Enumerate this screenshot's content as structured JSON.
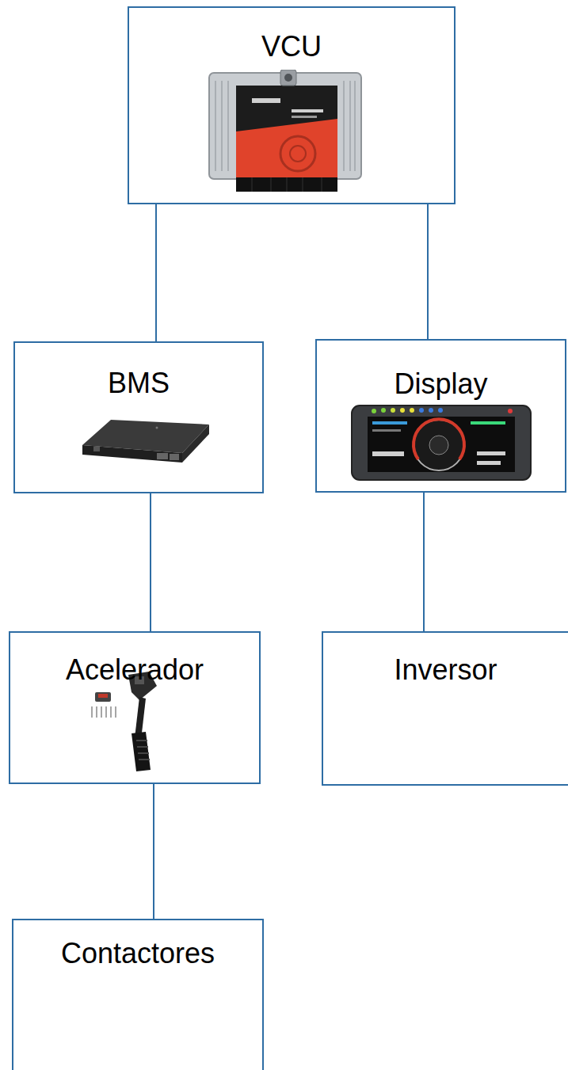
{
  "diagram": {
    "nodes": [
      {
        "text": [
          "VCU"
        ]
      },
      {
        "text": [
          "BMS"
        ]
      },
      {
        "text": [
          "Display"
        ]
      },
      {
        "text": [
          "Acelerador"
        ]
      },
      {
        "text": [
          "Inversor"
        ]
      },
      {
        "text": [
          "Contactores"
        ]
      }
    ],
    "edges": [
      {
        "from": 0,
        "to": 1,
        "arrow": "none"
      },
      {
        "from": 0,
        "to": 2,
        "arrow": "none"
      },
      {
        "from": 1,
        "to": 3,
        "arrow": "none"
      },
      {
        "from": 2,
        "to": 4,
        "arrow": "none"
      },
      {
        "from": 3,
        "to": 5,
        "arrow": "none"
      }
    ]
  }
}
